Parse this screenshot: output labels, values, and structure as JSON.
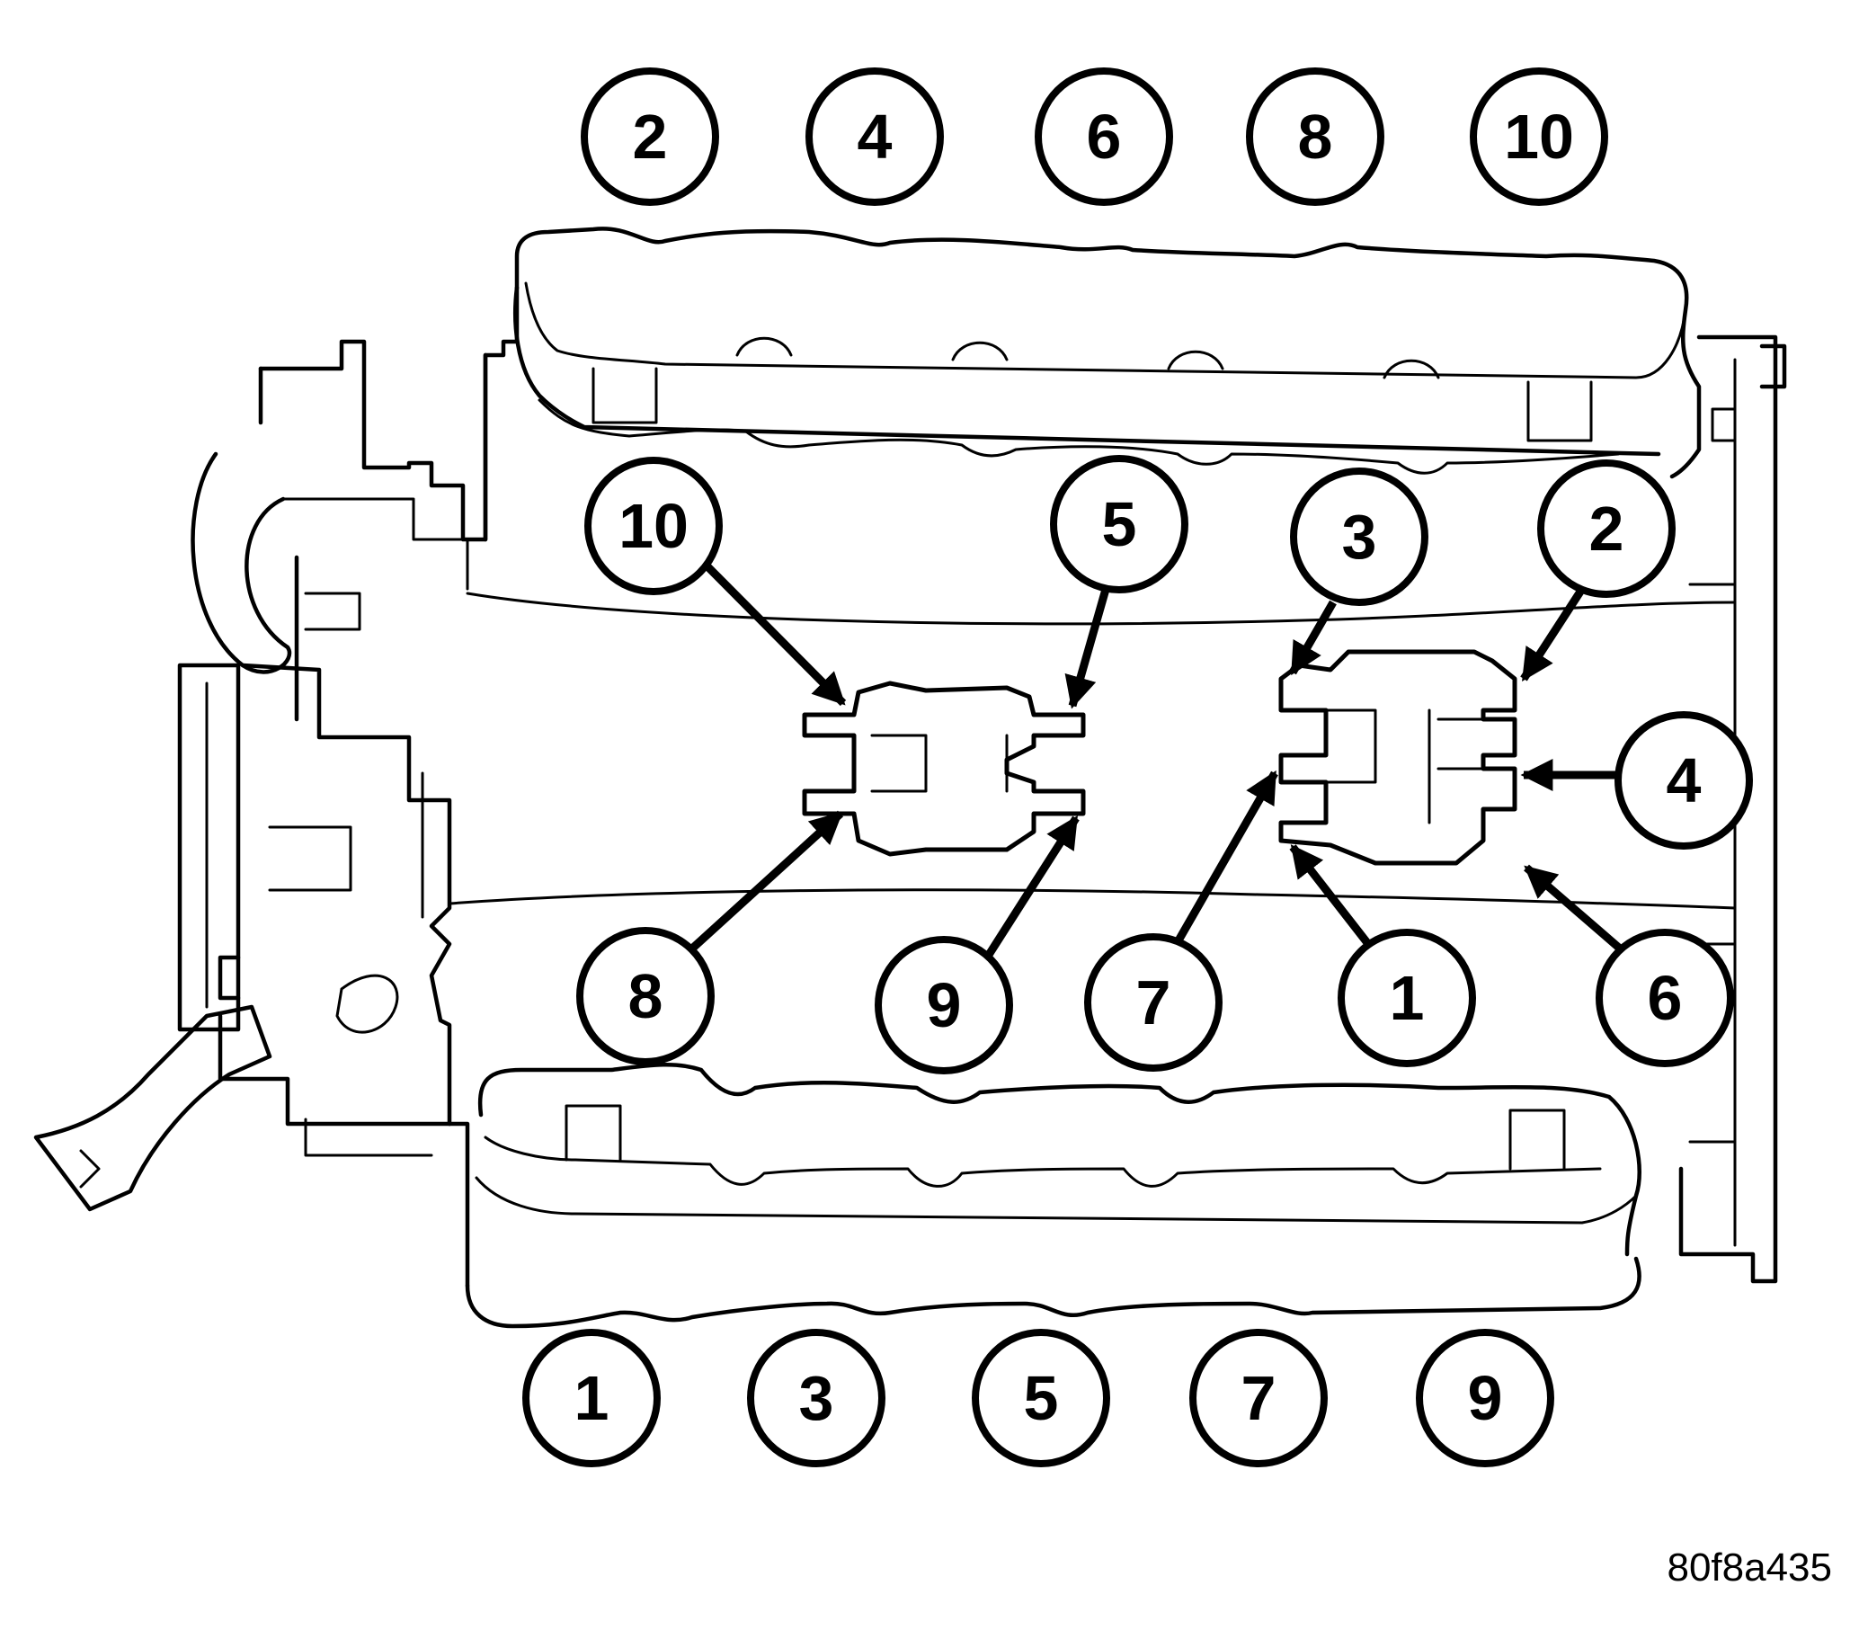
{
  "figure_id": "80f8a435",
  "top_bank_labels": [
    "2",
    "4",
    "6",
    "8",
    "10"
  ],
  "bottom_bank_labels": [
    "1",
    "3",
    "5",
    "7",
    "9"
  ],
  "left_bracket_callouts": {
    "upper_left": "10",
    "upper_right": "5",
    "lower_left": "8",
    "lower_right": "9"
  },
  "right_bracket_callouts": {
    "upper_left": "3",
    "upper_right": "2",
    "middle_left": "7",
    "middle_right": "4",
    "lower_left": "1",
    "lower_right": "6"
  }
}
